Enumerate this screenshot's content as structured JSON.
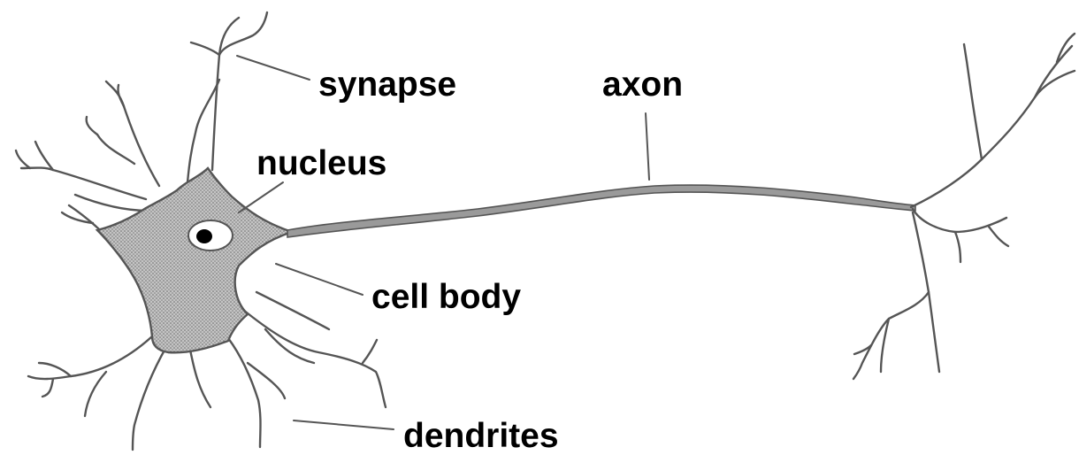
{
  "labels": {
    "synapse": "synapse",
    "axon": "axon",
    "nucleus": "nucleus",
    "cell_body": "cell body",
    "dendrites": "dendrites"
  },
  "colors": {
    "outline": "#555555",
    "cytoplasm": "#b9b9b9",
    "axon": "#9a9a9a",
    "nucleus_fill": "#ffffff",
    "nucleolus": "#000000",
    "leader": "#555555",
    "text": "#000000",
    "background": "#ffffff"
  }
}
